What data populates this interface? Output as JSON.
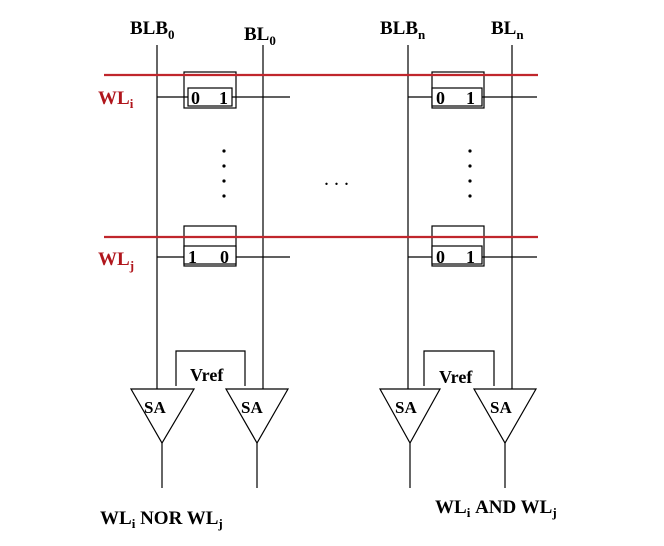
{
  "columns": {
    "blb0": {
      "base": "BLB",
      "sub": "0"
    },
    "bl0": {
      "base": "BL",
      "sub": "0"
    },
    "blbn": {
      "base": "BLB",
      "sub": "n"
    },
    "bln": {
      "base": "BL",
      "sub": "n"
    }
  },
  "word_lines": {
    "wli": {
      "base": "WL",
      "sub": "i"
    },
    "wlj": {
      "base": "WL",
      "sub": "j"
    }
  },
  "cells": {
    "row_i_col_0": {
      "left": "0",
      "right": "1"
    },
    "row_i_col_n": {
      "left": "0",
      "right": "1"
    },
    "row_j_col_0": {
      "left": "1",
      "right": "0"
    },
    "row_j_col_n": {
      "left": "0",
      "right": "1"
    }
  },
  "sense_amp_label": "SA",
  "vref_label": "Vref",
  "ellipsis_horizontal": ". . .",
  "outputs": {
    "nor": {
      "p1": "WL",
      "s1": "i",
      "p2": " NOR WL",
      "s2": "j"
    },
    "and": {
      "p1": "WL",
      "s1": "i",
      "p2": " AND WL",
      "s2": "j"
    }
  }
}
